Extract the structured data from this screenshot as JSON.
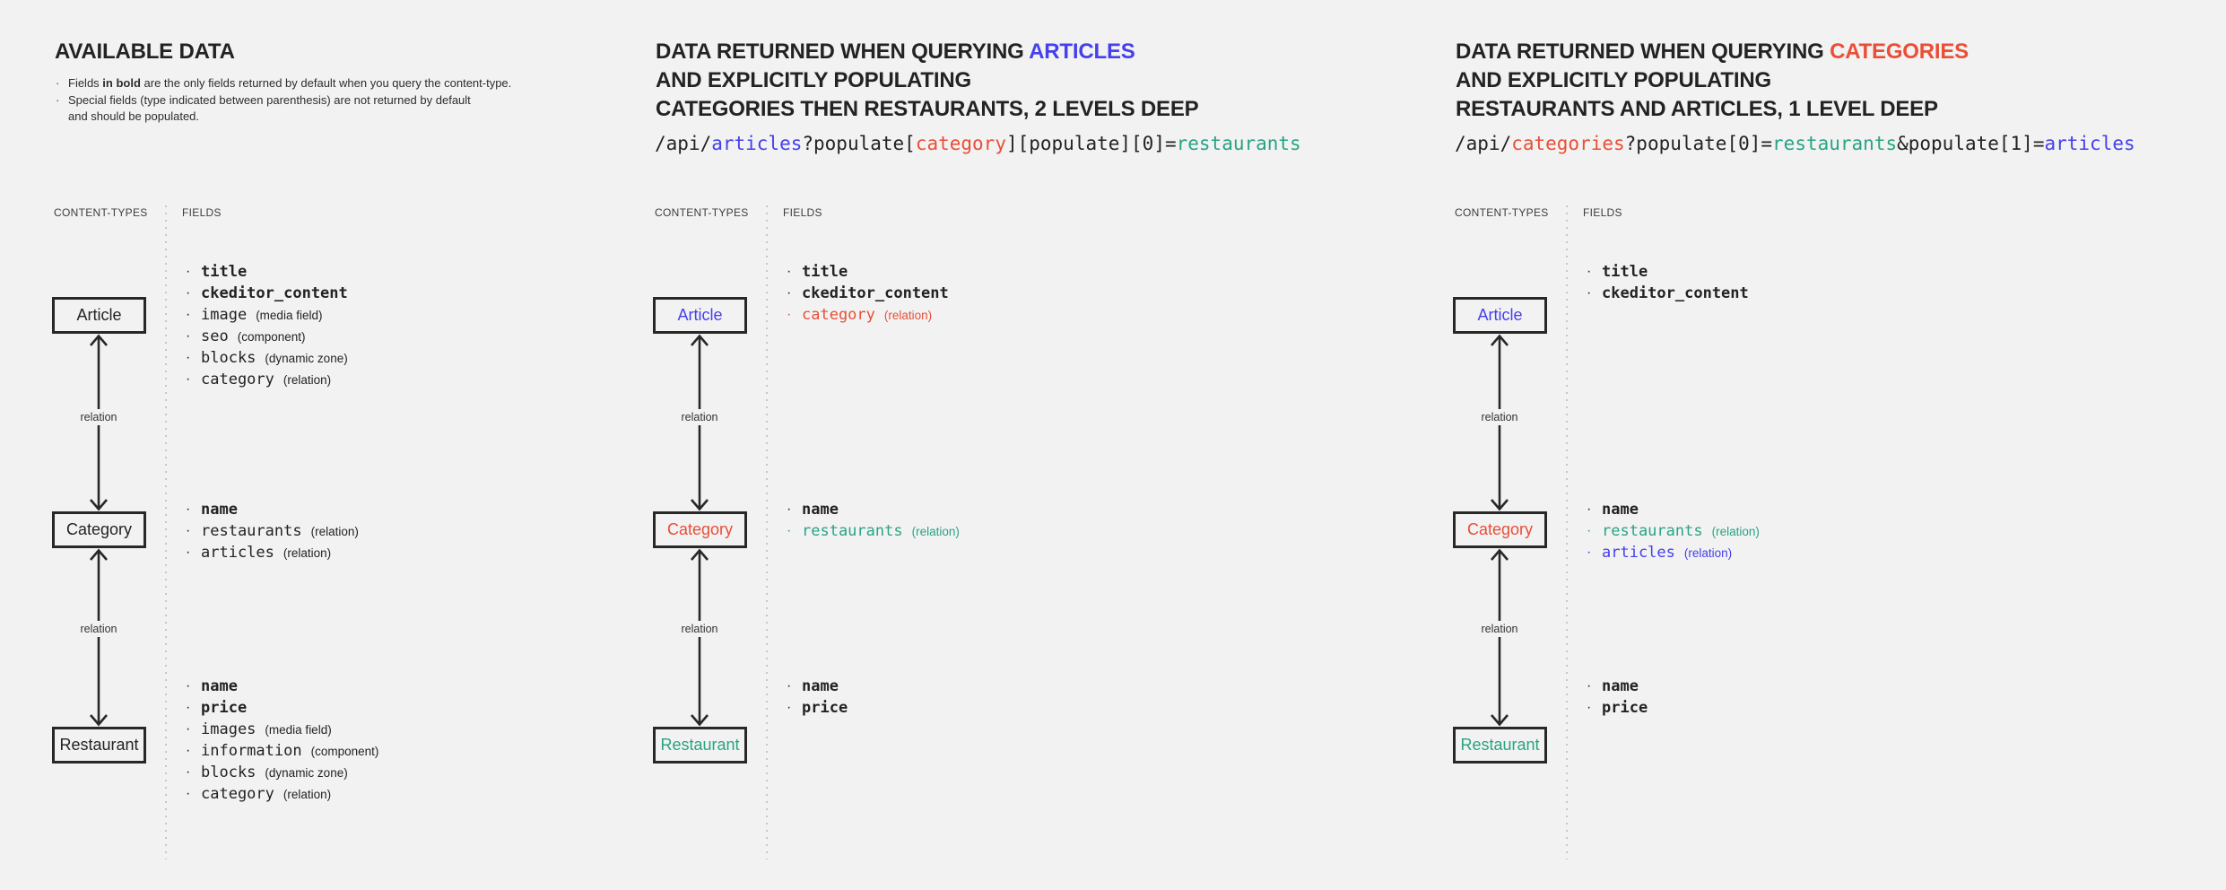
{
  "colors": {
    "background": "#f2f2f2",
    "ink": "#232323",
    "blue": "#4540ec",
    "red": "#ea4e36",
    "teal": "#28a483",
    "box_border": "#282828",
    "divider_dots": "#c6c6c6"
  },
  "relation_label": "relation",
  "panels": [
    {
      "title_lines": [
        [
          {
            "t": "AVAILABLE DATA",
            "c": "ink"
          }
        ]
      ],
      "notes": [
        {
          "segments": [
            {
              "t": "Fields ",
              "b": false
            },
            {
              "t": "in bold",
              "b": true
            },
            {
              "t": " are the only fields returned by default when you query the content-type.",
              "b": false
            }
          ]
        },
        {
          "segments": [
            {
              "t": "Special fields (type indicated between parenthesis) are not returned by default",
              "b": false
            }
          ]
        },
        {
          "no_bullet": true,
          "segments": [
            {
              "t": "and should be populated.",
              "b": false
            }
          ]
        }
      ],
      "code_segments": [],
      "content_types_label": "CONTENT-TYPES",
      "fields_label": "FIELDS",
      "nodes": [
        {
          "label": "Article",
          "c": "ink",
          "fields": [
            {
              "name": "title",
              "bold": true,
              "c": "ink"
            },
            {
              "name": "ckeditor_content",
              "bold": true,
              "c": "ink"
            },
            {
              "name": "image",
              "bold": false,
              "c": "ink",
              "note": "(media field)"
            },
            {
              "name": "seo",
              "bold": false,
              "c": "ink",
              "note": "(component)"
            },
            {
              "name": "blocks",
              "bold": false,
              "c": "ink",
              "note": "(dynamic zone)"
            },
            {
              "name": "category",
              "bold": false,
              "c": "ink",
              "note": "(relation)"
            }
          ]
        },
        {
          "label": "Category",
          "c": "ink",
          "fields": [
            {
              "name": "name",
              "bold": true,
              "c": "ink"
            },
            {
              "name": "restaurants",
              "bold": false,
              "c": "ink",
              "note": "(relation)"
            },
            {
              "name": "articles",
              "bold": false,
              "c": "ink",
              "note": "(relation)"
            }
          ]
        },
        {
          "label": "Restaurant",
          "c": "ink",
          "fields": [
            {
              "name": "name",
              "bold": true,
              "c": "ink"
            },
            {
              "name": "price",
              "bold": true,
              "c": "ink"
            },
            {
              "name": "images",
              "bold": false,
              "c": "ink",
              "note": "(media field)"
            },
            {
              "name": "information",
              "bold": false,
              "c": "ink",
              "note": "(component)"
            },
            {
              "name": "blocks",
              "bold": false,
              "c": "ink",
              "note": "(dynamic zone)"
            },
            {
              "name": "category",
              "bold": false,
              "c": "ink",
              "note": "(relation)"
            }
          ]
        }
      ]
    },
    {
      "title_lines": [
        [
          {
            "t": "DATA RETURNED WHEN QUERYING ",
            "c": "ink"
          },
          {
            "t": "ARTICLES",
            "c": "blue"
          }
        ],
        [
          {
            "t": "AND EXPLICITLY POPULATING",
            "c": "ink"
          }
        ],
        [
          {
            "t": "CATEGORIES THEN RESTAURANTS, 2 LEVELS DEEP",
            "c": "ink"
          }
        ]
      ],
      "notes": null,
      "code_segments": [
        {
          "t": "/api/",
          "c": "ink"
        },
        {
          "t": "articles",
          "c": "blue"
        },
        {
          "t": "?populate[",
          "c": "ink"
        },
        {
          "t": "category",
          "c": "red"
        },
        {
          "t": "][populate][0]=",
          "c": "ink"
        },
        {
          "t": "restaurants",
          "c": "teal"
        }
      ],
      "content_types_label": "CONTENT-TYPES",
      "fields_label": "FIELDS",
      "nodes": [
        {
          "label": "Article",
          "c": "blue",
          "fields": [
            {
              "name": "title",
              "bold": true,
              "c": "ink"
            },
            {
              "name": "ckeditor_content",
              "bold": true,
              "c": "ink"
            },
            {
              "name": "category",
              "bold": false,
              "c": "red",
              "note": "(relation)"
            }
          ]
        },
        {
          "label": "Category",
          "c": "red",
          "fields": [
            {
              "name": "name",
              "bold": true,
              "c": "ink"
            },
            {
              "name": "restaurants",
              "bold": false,
              "c": "teal",
              "note": "(relation)"
            }
          ]
        },
        {
          "label": "Restaurant",
          "c": "teal",
          "fields": [
            {
              "name": "name",
              "bold": true,
              "c": "ink"
            },
            {
              "name": "price",
              "bold": true,
              "c": "ink"
            }
          ]
        }
      ]
    },
    {
      "title_lines": [
        [
          {
            "t": "DATA RETURNED WHEN QUERYING ",
            "c": "ink"
          },
          {
            "t": "CATEGORIES",
            "c": "red"
          }
        ],
        [
          {
            "t": "AND EXPLICITLY POPULATING",
            "c": "ink"
          }
        ],
        [
          {
            "t": "RESTAURANTS AND ARTICLES, 1 LEVEL DEEP",
            "c": "ink"
          }
        ]
      ],
      "notes": null,
      "code_segments": [
        {
          "t": "/api/",
          "c": "ink"
        },
        {
          "t": "categories",
          "c": "red"
        },
        {
          "t": "?populate[0]=",
          "c": "ink"
        },
        {
          "t": "restaurants",
          "c": "teal"
        },
        {
          "t": "&populate[1]=",
          "c": "ink"
        },
        {
          "t": "articles",
          "c": "blue"
        }
      ],
      "content_types_label": "CONTENT-TYPES",
      "fields_label": "FIELDS",
      "nodes": [
        {
          "label": "Article",
          "c": "blue",
          "fields": [
            {
              "name": "title",
              "bold": true,
              "c": "ink"
            },
            {
              "name": "ckeditor_content",
              "bold": true,
              "c": "ink"
            }
          ]
        },
        {
          "label": "Category",
          "c": "red",
          "fields": [
            {
              "name": "name",
              "bold": true,
              "c": "ink"
            },
            {
              "name": "restaurants",
              "bold": false,
              "c": "teal",
              "note": "(relation)"
            },
            {
              "name": "articles",
              "bold": false,
              "c": "blue",
              "note": "(relation)"
            }
          ]
        },
        {
          "label": "Restaurant",
          "c": "teal",
          "fields": [
            {
              "name": "name",
              "bold": true,
              "c": "ink"
            },
            {
              "name": "price",
              "bold": true,
              "c": "ink"
            }
          ]
        }
      ]
    }
  ]
}
